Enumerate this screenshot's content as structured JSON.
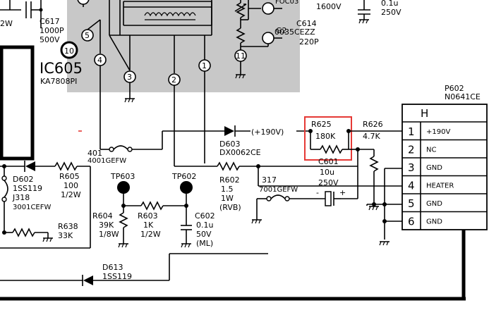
{
  "components": {
    "c617": {
      "ref": "C617",
      "value": "1000P",
      "rating": "500V"
    },
    "ic605": {
      "ref": "IC605",
      "part": "KA7808PI",
      "pin10": "10"
    },
    "tube_pins": {
      "p1": "1",
      "p2": "2",
      "p3": "3",
      "p4": "4",
      "p5": "5",
      "p11": "11"
    },
    "g2": {
      "label": "G2"
    },
    "c614": {
      "ref": "C614",
      "part": "0035CEZZ",
      "value": "220P"
    },
    "top_cap": {
      "rating": "1600V"
    },
    "top_right_cap": {
      "value": "0.1u",
      "rating": "250V"
    },
    "top_left_fragment": "2W",
    "top_mid_fragment": "FOC03",
    "d603": {
      "ref": "D603",
      "part": "DX0062CE"
    },
    "supply_label": "(+190V)",
    "r625": {
      "ref": "R625",
      "value": "180K"
    },
    "r626": {
      "ref": "R626",
      "value": "4.7K"
    },
    "c601": {
      "ref": "C601",
      "value": "10u",
      "rating": "250V",
      "minus": "-",
      "plus": "+"
    },
    "j401": {
      "ref": "401",
      "part": "4001GEFW"
    },
    "j317": {
      "ref": "317",
      "part": "7001GEFW"
    },
    "r602": {
      "ref": "R602",
      "value": "1.5",
      "rating": "1W",
      "type": "(RVB)"
    },
    "d602": {
      "ref": "D602",
      "part": "1SS119"
    },
    "j318": {
      "ref": "J318",
      "part": "3001CEFW"
    },
    "r605": {
      "ref": "R605",
      "value": "100",
      "rating": "1/2W"
    },
    "tp603": {
      "ref": "TP603"
    },
    "tp602": {
      "ref": "TP602"
    },
    "r604": {
      "ref": "R604",
      "value": "39K",
      "rating": "1/8W"
    },
    "r603": {
      "ref": "R603",
      "value": "1K",
      "rating": "1/2W"
    },
    "c602": {
      "ref": "C602",
      "value": "0.1u",
      "rating": "50V",
      "type": "(ML)"
    },
    "r638": {
      "ref": "R638",
      "value": "33K"
    },
    "d613": {
      "ref": "D613",
      "part": "1SS119"
    }
  },
  "connector": {
    "ref": "P602",
    "part": "N0641CE",
    "header": "H",
    "pins": [
      {
        "num": "1",
        "label": "+190V"
      },
      {
        "num": "2",
        "label": "NC"
      },
      {
        "num": "3",
        "label": "GND"
      },
      {
        "num": "4",
        "label": "HEATER"
      },
      {
        "num": "5",
        "label": "GND"
      },
      {
        "num": "6",
        "label": "GND"
      }
    ]
  },
  "colors": {
    "highlight": "#e53935",
    "shade": "#c8c8c8",
    "wire": "#000000"
  }
}
